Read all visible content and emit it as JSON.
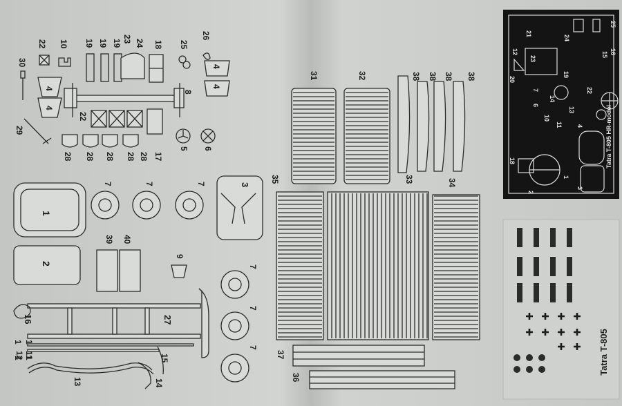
{
  "sheet": {
    "colors": {
      "paper": "#cfd1cf",
      "ink": "#1e1e1e",
      "fret": "#141414",
      "decal": "#cdd0cd"
    },
    "labels": {
      "p30": "30",
      "p22a": "22",
      "p10": "10",
      "p19a": "19",
      "p19b": "19",
      "p19c": "19",
      "p23": "23",
      "p24": "24",
      "p18": "18",
      "p25": "25",
      "p26": "26",
      "p4a": "4",
      "p4b": "4",
      "p4c": "4",
      "p4d": "4",
      "p8": "8",
      "p22b": "22",
      "p29": "29",
      "p5": "5",
      "p6": "6",
      "p28a": "28",
      "p28b": "28",
      "p28c": "28",
      "p28d": "28",
      "p28e": "28",
      "p17": "17",
      "p31": "31",
      "p32": "32",
      "p38a": "38",
      "p38b": "38",
      "p38c": "38",
      "p38d": "38",
      "p35": "35",
      "p33": "33",
      "p34": "34",
      "p3": "3",
      "p1": "1",
      "p7a": "7",
      "p7b": "7",
      "p7c": "7",
      "p7d": "7",
      "p7e": "7",
      "p7f": "7",
      "p39": "39",
      "p40": "40",
      "p2": "2",
      "p9": "9",
      "p16": "16",
      "p27": "27",
      "p1b": "1",
      "p1c": "1",
      "p12": "12",
      "p11": "11",
      "p1d": "1",
      "p1e": "1",
      "p15": "15",
      "p13": "13",
      "p14": "14",
      "p37": "37",
      "p36": "36"
    },
    "pe": {
      "brand": "Tatra T-805 HR-model",
      "labels": {
        "n25": "25",
        "n24": "24",
        "n21": "21",
        "n12": "12",
        "n16": "16",
        "n15": "15",
        "n23": "23",
        "n19": "19",
        "n20": "20",
        "n22": "22",
        "n14": "14",
        "n7": "7",
        "n6": "6",
        "n10": "10",
        "n13": "13",
        "n11": "11",
        "n4": "4",
        "n18": "18",
        "n2": "2",
        "n3": "3",
        "n1": "1"
      }
    },
    "decal_title": "Tatra T-805"
  }
}
